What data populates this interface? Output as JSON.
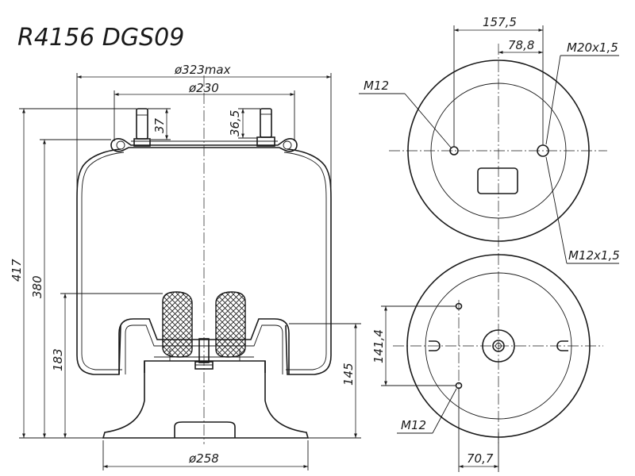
{
  "title": "R4156 DGS09",
  "dimensions": {
    "d_max": "ø323max",
    "d_top": "ø230",
    "d_base": "ø258",
    "stud_h1": "37",
    "stud_h2": "36,5",
    "h_total": "417",
    "h_body": "380",
    "h_piston": "183",
    "h_base": "145",
    "top_spacing": "157,5",
    "top_offset": "78,8",
    "bottom_spacing": "141,4",
    "bottom_offset": "70,7"
  },
  "threads": {
    "top_left": "M12",
    "top_right": "M20x1,5",
    "top_right_lower": "M12x1,5",
    "bottom": "M12"
  }
}
